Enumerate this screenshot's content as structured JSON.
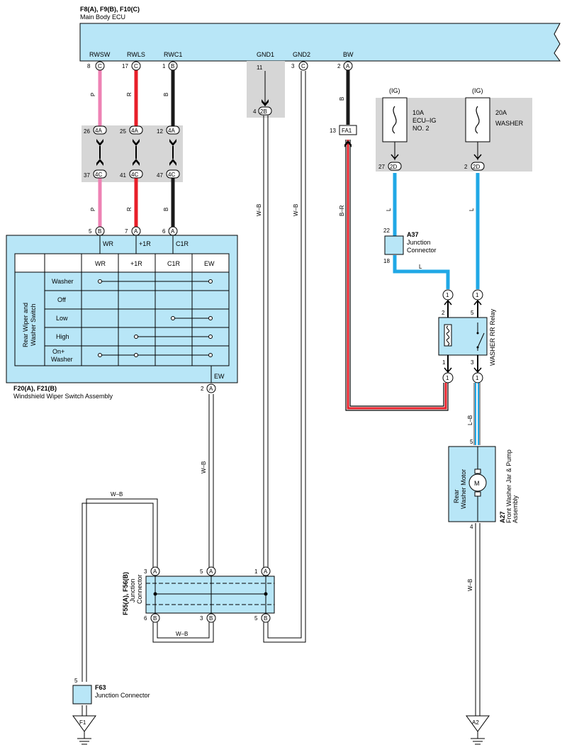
{
  "colors": {
    "ecu_fill": "#b8e6f7",
    "grey_box": "#d6d6d6",
    "wire_pink": "#ee82b4",
    "wire_red": "#e8202a",
    "wire_black": "#1a1a1a",
    "wire_blue": "#20a8e6",
    "wire_white_outline": "#333333"
  },
  "ecu": {
    "codes": "F8(A), F9(B), F10(C)",
    "name": "Main Body ECU",
    "terminals": [
      {
        "label": "RWSW",
        "pin": "8",
        "conn": "C"
      },
      {
        "label": "RWLS",
        "pin": "17",
        "conn": "C"
      },
      {
        "label": "RWC1",
        "pin": "1",
        "conn": "B"
      },
      {
        "label": "GND1",
        "pin": "11",
        "conn": ""
      },
      {
        "label": "GND2",
        "pin": "3",
        "conn": "C"
      },
      {
        "label": "BW",
        "pin": "2",
        "conn": "A"
      }
    ]
  },
  "wire_colors": {
    "p": "P",
    "r": "R",
    "b": "B",
    "wb": "W–B",
    "br": "B–R",
    "l": "L",
    "lb": "L–B"
  },
  "junction_blocks": {
    "upper": [
      {
        "pin": "26",
        "conn": "4A"
      },
      {
        "pin": "25",
        "conn": "4A"
      },
      {
        "pin": "12",
        "conn": "4A"
      }
    ],
    "lower": [
      {
        "pin": "37",
        "conn": "4C"
      },
      {
        "pin": "41",
        "conn": "4C"
      },
      {
        "pin": "47",
        "conn": "4C"
      }
    ],
    "gnd": {
      "pin": "4",
      "conn": "2B"
    },
    "fa1": {
      "pin": "13",
      "conn": "FA1"
    }
  },
  "fuses": [
    {
      "header": "(IG)",
      "rating": "10A",
      "name_1": "ECU–IG",
      "name_2": "NO. 2",
      "pin": "27",
      "conn": "2D"
    },
    {
      "header": "(IG)",
      "rating": "20A",
      "name_1": "WASHER",
      "name_2": "",
      "pin": "2",
      "conn": "2D"
    }
  ],
  "switch": {
    "codes": "F20(A), F21(B)",
    "name": "Windshield Wiper Switch Assembly",
    "side_label_1": "Rear Wiper and",
    "side_label_2": "Washer Switch",
    "top_pins": [
      {
        "pin": "5",
        "conn": "B",
        "label": "WR"
      },
      {
        "pin": "7",
        "conn": "A",
        "label": "+1R"
      },
      {
        "pin": "6",
        "conn": "A",
        "label": "C1R"
      }
    ],
    "bottom_pin": {
      "pin": "2",
      "conn": "A",
      "label": "EW"
    },
    "columns": [
      "WR",
      "+1R",
      "C1R",
      "EW"
    ],
    "rows": [
      "Washer",
      "Off",
      "Low",
      "High",
      "On+",
      "Washer"
    ]
  },
  "a37": {
    "code": "A37",
    "name_1": "Junction",
    "name_2": "Connector",
    "pin_top": "22",
    "pin_bottom": "18"
  },
  "relay": {
    "name": "WASHER RR Relay",
    "pins": {
      "in_left": "2",
      "in_right": "5",
      "out_left": "1",
      "out_right": "3"
    },
    "conn_labels": [
      "1",
      "1",
      "1",
      "1"
    ]
  },
  "motor": {
    "code": "A27",
    "name_1": "Front Washer Jar & Pump",
    "name_2": "Assembly",
    "inner_1": "Rear",
    "inner_2": "Washer Motor",
    "symbol": "M",
    "pin_top": "5",
    "pin_bottom": "4"
  },
  "jconn": {
    "codes": "F55(A), F56(B)",
    "name_1": "Junction",
    "name_2": "Connector",
    "top_pins": [
      {
        "pin": "3",
        "conn": "A"
      },
      {
        "pin": "5",
        "conn": "A"
      },
      {
        "pin": "1",
        "conn": "A"
      }
    ],
    "bottom_pins": [
      {
        "pin": "6",
        "conn": "B"
      },
      {
        "pin": "3",
        "conn": "B"
      },
      {
        "pin": "5",
        "conn": "B"
      }
    ]
  },
  "f63": {
    "code": "F63",
    "name": "Junction Connector",
    "pin": "5"
  },
  "grounds": [
    {
      "label": "F1"
    },
    {
      "label": "A2"
    }
  ]
}
